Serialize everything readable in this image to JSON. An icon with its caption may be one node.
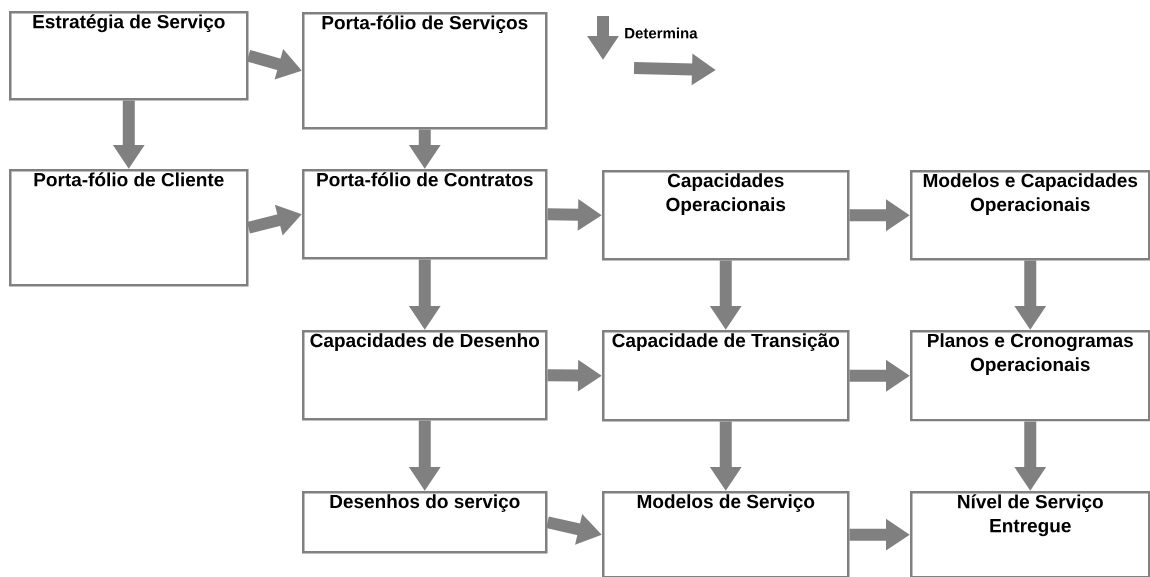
{
  "diagram": {
    "nodes": [
      {
        "text": [
          "Estratégia de Serviço"
        ]
      },
      {
        "text": [
          "Porta-fólio de Serviços"
        ]
      },
      {
        "text": [
          "Porta-fólio de Cliente"
        ]
      },
      {
        "text": [
          "Porta-fólio de Contratos"
        ]
      },
      {
        "text": [
          "Capacidades Operacionais"
        ]
      },
      {
        "text": [
          "Modelos e Capacidades Operacionais"
        ]
      },
      {
        "text": [
          "Capacidades de Desenho"
        ]
      },
      {
        "text": [
          "Capacidade de Transição"
        ]
      },
      {
        "text": [
          "Planos e Cronogramas Operacionais"
        ]
      },
      {
        "text": [
          "Desenhos do serviço"
        ]
      },
      {
        "text": [
          "Modelos de Serviço"
        ]
      },
      {
        "text": [
          "Nível de Serviço Entregue"
        ]
      }
    ],
    "edges": [
      {
        "from": 0,
        "to": 1,
        "arrow": "to"
      },
      {
        "from": 0,
        "to": 2,
        "arrow": "to"
      },
      {
        "from": 1,
        "to": 3,
        "arrow": "to"
      },
      {
        "from": 2,
        "to": 3,
        "arrow": "to"
      },
      {
        "from": 3,
        "to": 4,
        "arrow": "to"
      },
      {
        "from": 4,
        "to": 5,
        "arrow": "to"
      },
      {
        "from": 3,
        "to": 6,
        "arrow": "to"
      },
      {
        "from": 4,
        "to": 7,
        "arrow": "to"
      },
      {
        "from": 5,
        "to": 8,
        "arrow": "to"
      },
      {
        "from": 6,
        "to": 7,
        "arrow": "to"
      },
      {
        "from": 7,
        "to": 8,
        "arrow": "to"
      },
      {
        "from": 6,
        "to": 9,
        "arrow": "to"
      },
      {
        "from": 7,
        "to": 10,
        "arrow": "to"
      },
      {
        "from": 8,
        "to": 11,
        "arrow": "to"
      },
      {
        "from": 9,
        "to": 10,
        "arrow": "to"
      },
      {
        "from": 10,
        "to": 11,
        "arrow": "to"
      }
    ],
    "legend": [
      {
        "text": "Determina"
      }
    ]
  }
}
